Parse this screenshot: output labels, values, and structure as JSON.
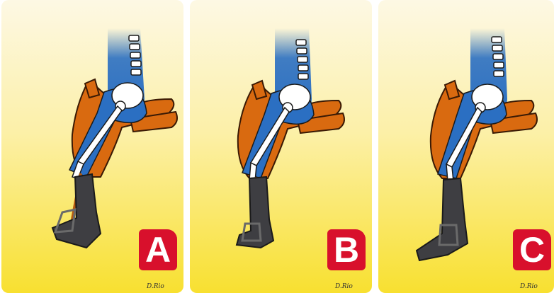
{
  "panels": [
    {
      "letter": "A",
      "signature": "D.Rio",
      "leg_position": "forward"
    },
    {
      "letter": "B",
      "signature": "D.Rio",
      "leg_position": "correct"
    },
    {
      "letter": "C",
      "signature": "D.Rio",
      "leg_position": "backward"
    }
  ],
  "colors": {
    "background_top": "#fdf8dc",
    "background_bottom": "#f8e23c",
    "saddle": "#d96a10",
    "saddle_outline": "#3a1a05",
    "rider_body": "#2b6fc2",
    "bone": "#ffffff",
    "boot": "#3e3e42",
    "badge": "#d8102c"
  },
  "icons": [
    "saddle-illustration",
    "skeleton-illustration",
    "riding-boot-illustration",
    "stirrup-illustration"
  ]
}
